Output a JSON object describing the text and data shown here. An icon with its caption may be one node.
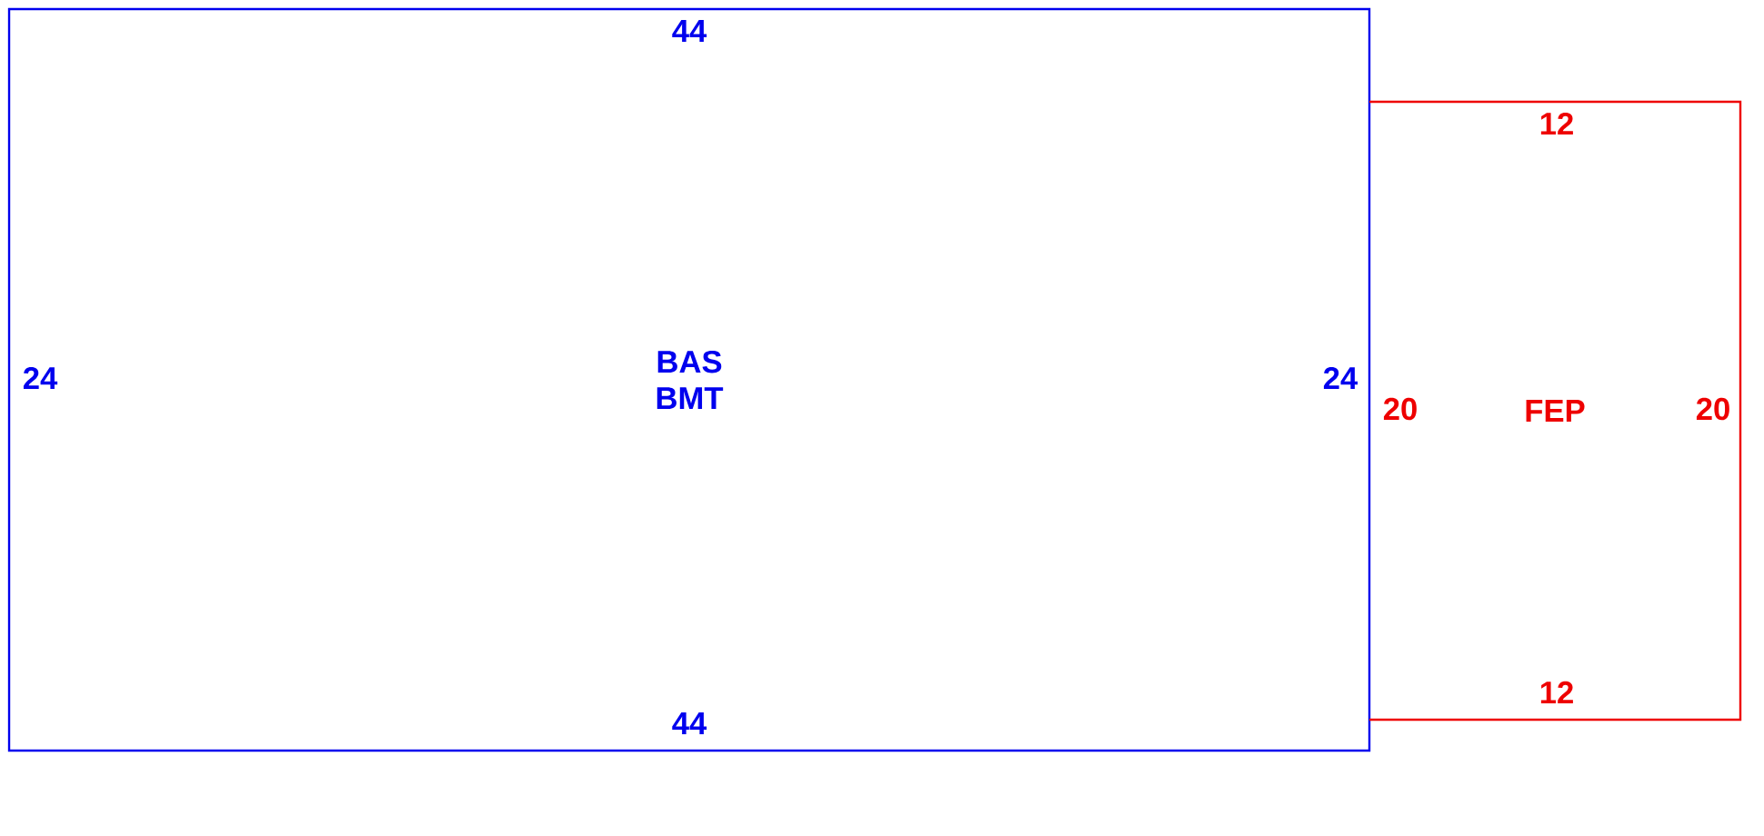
{
  "diagram": {
    "nodes": [
      {
        "text": [
          "BAS",
          "BMT"
        ]
      },
      {
        "text": [
          "FEP"
        ]
      }
    ],
    "labels": [
      "44",
      "12",
      "24",
      "24",
      "20",
      "20",
      "12",
      "44"
    ]
  }
}
